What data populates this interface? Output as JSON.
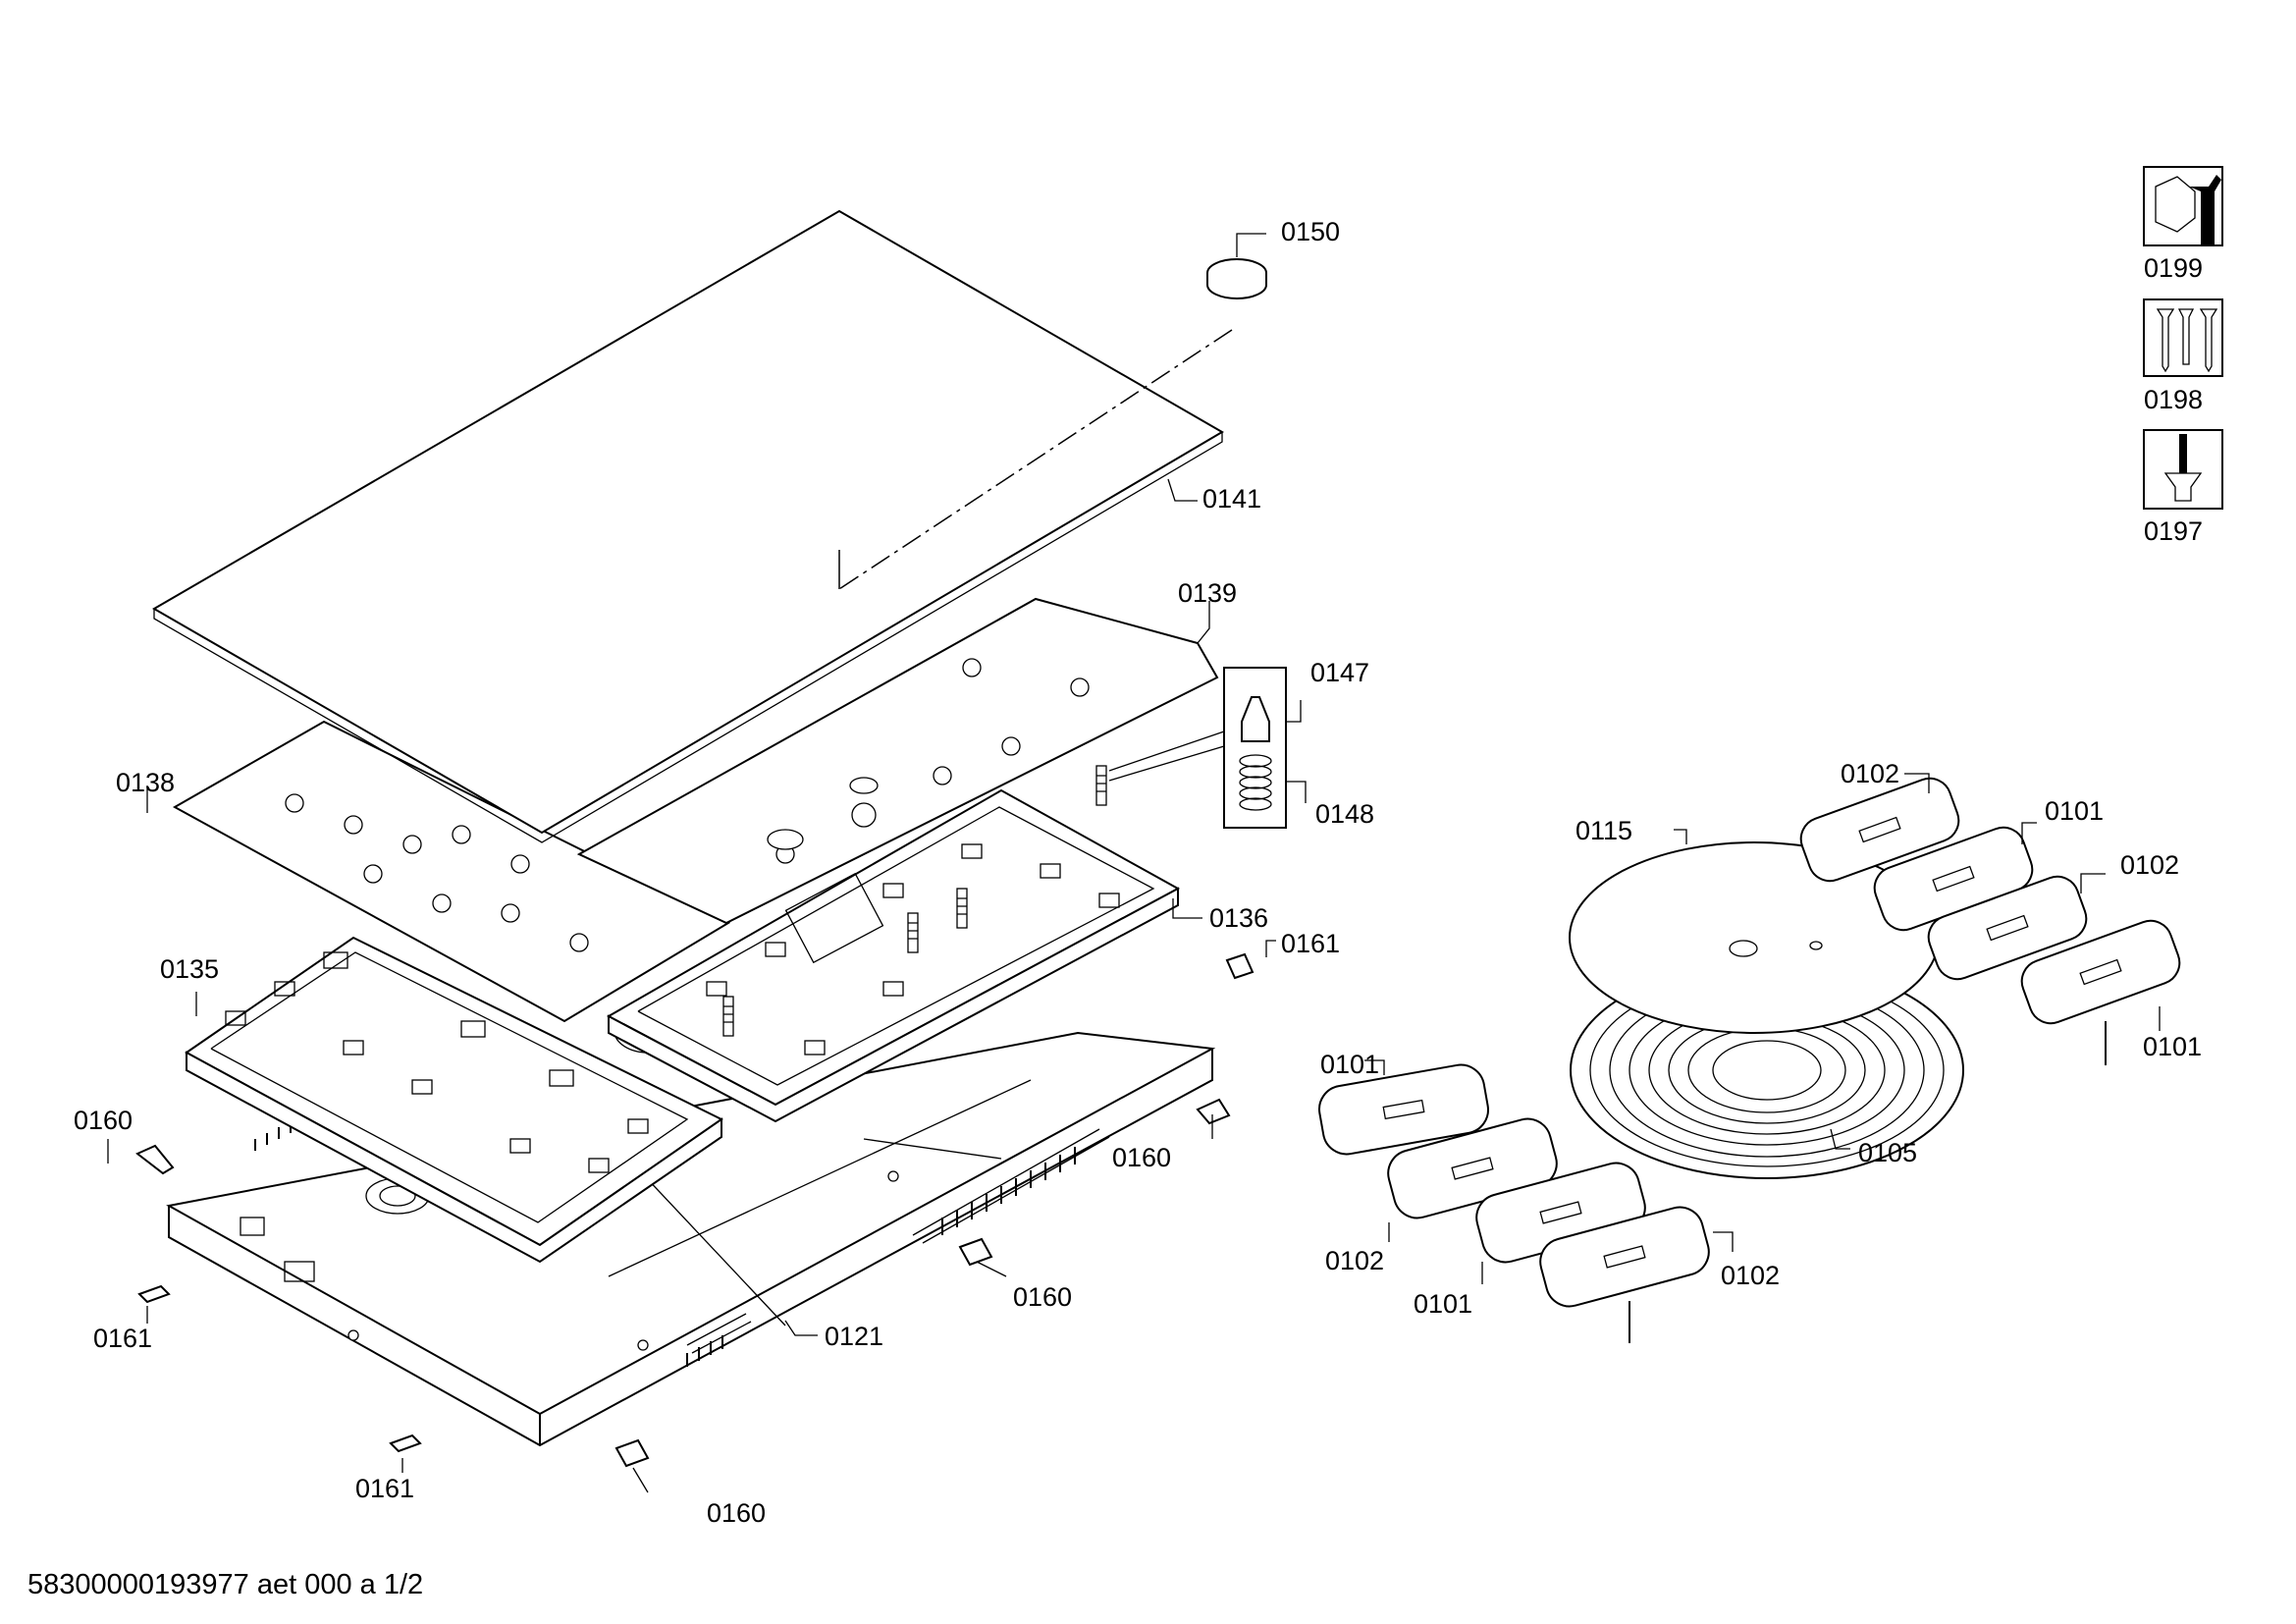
{
  "labels": {
    "p0150": "0150",
    "p0141": "0141",
    "p0139": "0139",
    "p0147": "0147",
    "p0148": "0148",
    "p0138": "0138",
    "p0136": "0136",
    "p0161_right": "0161",
    "p0135": "0135",
    "p0160_left": "0160",
    "p0160_right": "0160",
    "p0160_mid": "0160",
    "p0160_bottom": "0160",
    "p0121": "0121",
    "p0161_left": "0161",
    "p0161_bottom": "0161",
    "p0199": "0199",
    "p0198": "0198",
    "p0197": "0197",
    "p0102_top": "0102",
    "p0101_top": "0101",
    "p0102_right": "0102",
    "p0101_right": "0101",
    "p0115": "0115",
    "p0105": "0105",
    "p0101_left": "0101",
    "p0102_left": "0102",
    "p0101_bottom": "0101",
    "p0102_bottom": "0102"
  },
  "icons": {
    "service_tools": "wrench-nut-icon",
    "screw_set": "screws-icon",
    "screw_single": "screwdriver-icon"
  },
  "footer": {
    "doc_id": "58300000193977 aet 000 a 1/2"
  }
}
